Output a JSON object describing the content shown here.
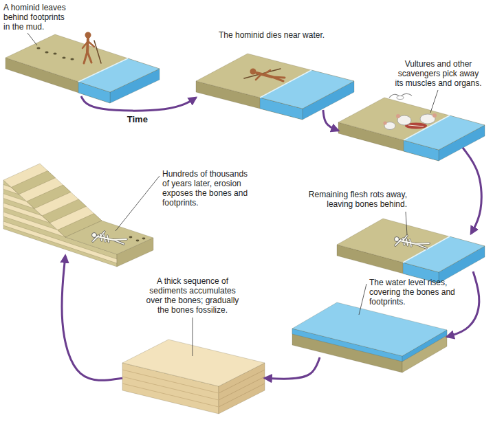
{
  "diagram": {
    "nodes": [
      {
        "text": [
          "A hominid leaves behind footprints in the mud."
        ]
      },
      {
        "text": [
          "The hominid dies near water."
        ]
      },
      {
        "text": [
          "Vultures and other scavengers pick away its muscles and organs."
        ]
      },
      {
        "text": [
          "Remaining flesh rots away, leaving bones behind."
        ]
      },
      {
        "text": [
          "The water level rises, covering the bones and footprints."
        ]
      },
      {
        "text": [
          "A thick sequence of sediments accumulates over the bones; gradually the bones fossilize."
        ]
      },
      {
        "text": [
          "Hundreds of thousands of years later, erosion exposes the bones and footprints."
        ]
      }
    ],
    "edges": [
      {
        "from": 0,
        "to": 1,
        "arrow": "to",
        "label": "Time"
      },
      {
        "from": 1,
        "to": 2,
        "arrow": "to"
      },
      {
        "from": 2,
        "to": 3,
        "arrow": "to"
      },
      {
        "from": 3,
        "to": 4,
        "arrow": "to"
      },
      {
        "from": 4,
        "to": 5,
        "arrow": "to"
      },
      {
        "from": 5,
        "to": 6,
        "arrow": "to"
      }
    ]
  }
}
